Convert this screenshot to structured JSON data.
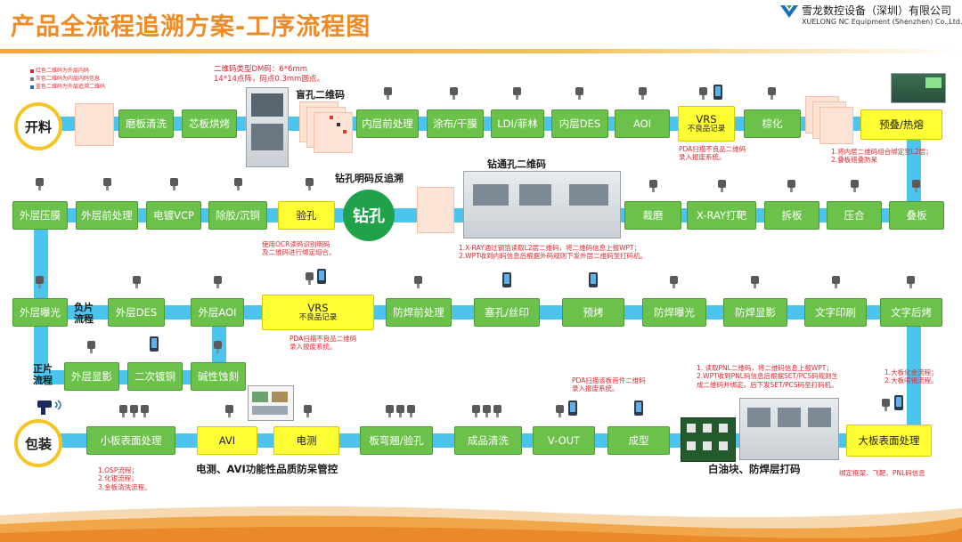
{
  "header": {
    "title": "产品全流程追溯方案-工序流程图",
    "company_cn": "雪龙数控设备（深圳）有限公司",
    "company_en": "XUELONG NC Equipment (Shenzhen) Co.,Ltd."
  },
  "colors": {
    "node_green": "#6cc14b",
    "node_yellow": "#ffff33",
    "belt_blue": "#4cc4ee",
    "title_orange": "#f08a24",
    "note_red": "#e0272f"
  },
  "legend": {
    "items": [
      "红色二维码为外层内码",
      "灰色二维码为内层内码信息",
      "蓝色二维码为外层追溯二维码"
    ]
  },
  "row1": {
    "start": "开料",
    "n1": "磨板清洗",
    "n2": "芯板烘烤",
    "n3": "内层前处理",
    "n4": "涂布/干膜",
    "n5": "LDI/菲林",
    "n6": "内层DES",
    "n7": "AOI",
    "vrs_title": "VRS",
    "vrs_sub": "不良品记录",
    "n8": "棕化",
    "n9": "预叠/热熔"
  },
  "row2": {
    "n1": "外层压膜",
    "n2": "外层前处理",
    "n3": "电镀VCP",
    "n4": "除胶/沉铜",
    "n5": "验孔",
    "drill": "钻孔",
    "n6": "裁磨",
    "n7": "X-RAY打靶",
    "n8": "拆板",
    "n9": "压合",
    "n10": "叠板"
  },
  "row3": {
    "n1": "外层曝光",
    "neg_label": "负片\n流程",
    "n2": "外层DES",
    "n3": "外层AOI",
    "vrs_title": "VRS",
    "vrs_sub": "不良品记录",
    "n4": "防焊前处理",
    "n5": "塞孔/丝印",
    "n6": "预烤",
    "n7": "防焊曝光",
    "n8": "防焊显影",
    "n9": "文字印刷",
    "n10": "文字后烤"
  },
  "row4": {
    "pos_label": "正片\n流程",
    "n1": "外层显影",
    "n2": "二次镀铜",
    "n3": "碱性蚀刻"
  },
  "row5": {
    "start": "包装",
    "n1": "小板表面处理",
    "n2": "AVI",
    "n3": "电测",
    "n4": "板弯翘/验孔",
    "n5": "成品清洗",
    "n6": "V-OUT",
    "n7": "成型",
    "n8": "大板表面处理"
  },
  "labels": {
    "blind": "盲孔二维码",
    "drill_decode": "钻孔明码反追溯",
    "drill_through": "钻通孔二维码",
    "avi_control": "电测、AVI功能性品质防呆管控",
    "white_oil": "白油块、防焊层打码"
  },
  "notes": {
    "dm_spec": "二维码类型DM码：6*6mm\n14*14点阵，码点0.3mm圆点。",
    "vrs1": "PDA扫描不良品二维码\n录入报废系统。",
    "prestack": "1.将内层二维码组合绑定至L2层；\n2.叠板错叠防呆",
    "ocr": "使用OCR读码识别明码\n及二维码进行绑定组合。",
    "xray": "1.X-RAY通过钢箔读取L2层二维码，将二维码信息上报WPT；\n2.WPT收到内码信息后根据外码规则下发外层二维码至打码机。",
    "vrs2": "PDA扫描不良品二维码\n录入报废系统。",
    "first_piece": "PDA扫描该板首件二维码\n录入报废系统。",
    "pnl": "1. 读取PNL二维码，将二维码信息上报WPT；\n2.WPT收到PNL码信息后根据SET/PCS码规则生\n成二维码并绑定，后下发SET/PCS码至打码机。",
    "big_flow": "1.大板化金流程；\n2.大板喷锡流程。",
    "small_flow": "1.OSP流程；\n2.化银流程；\n3.金板清洗流程。",
    "bind_frame": "绑定框架、飞靶、PNL码信息"
  }
}
